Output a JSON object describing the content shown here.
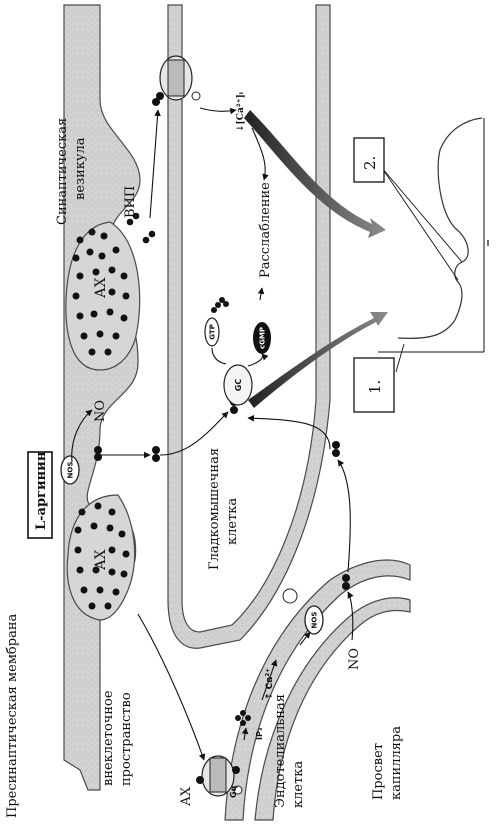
{
  "labels": {
    "presynaptic_membrane": "Пресинаптическая мембрана",
    "l_arginine": "L-аргинин",
    "nos_top": "NOS",
    "no_top": "NO",
    "synaptic_vesicle_line1": "Синаптическая",
    "synaptic_vesicle_line2": "везикула",
    "vip": "ВИП",
    "ax_left": "АХ",
    "ax_right": "АХ",
    "ca_top": "↓[Ca²⁺]ᵢ",
    "relaxation": "Расслабление",
    "gtp": "GTP",
    "cgmp": "cGMP",
    "gc": "GC",
    "smooth_muscle_line1": "Гладкомышечная",
    "smooth_muscle_line2": "клетка",
    "extracellular_line1": "внеклеточное",
    "extracellular_line2": "пространство",
    "ax_bottom": "АХ",
    "gq": "Gq",
    "ip3": "IP₃",
    "ca_bottom": "↑ Ca²⁺",
    "nos_bottom": "NOS",
    "no_bottom": "NO",
    "endothelial_line1": "Эндотелиальная",
    "endothelial_line2": "клетка",
    "capillary_line1": "Просвет",
    "capillary_line2": "капилляра",
    "box1": "1.",
    "box2": "2."
  },
  "colors": {
    "membrane_fill": "#c9c9c9",
    "membrane_edge": "#4a4a4a",
    "vesicle": "#111111",
    "gradient_arrow": "#5a5a5a"
  }
}
